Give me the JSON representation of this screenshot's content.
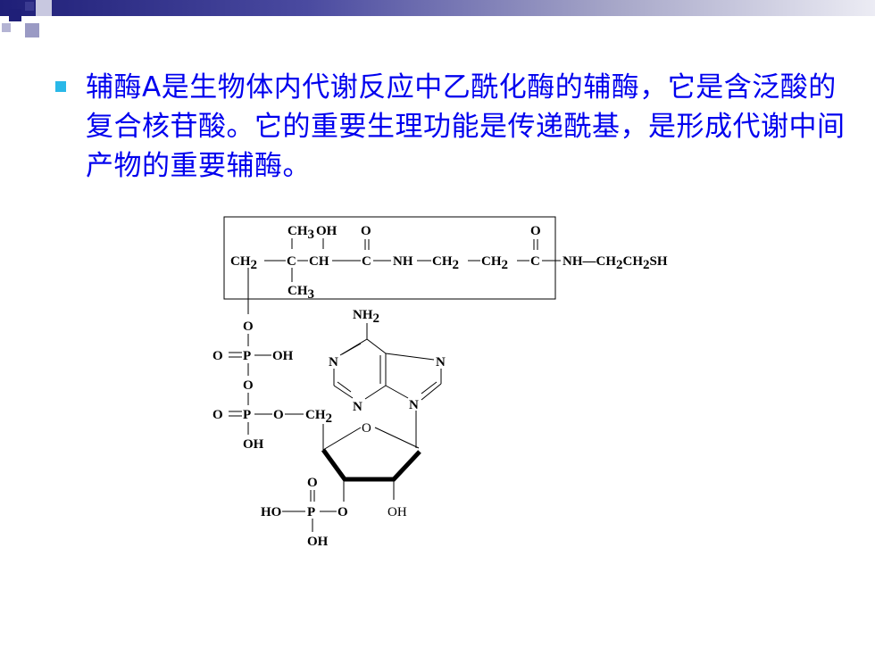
{
  "slide": {
    "bullet_text": "辅酶A是生物体内代谢反应中乙酰化酶的辅酶，它是含泛酸的复合核苷酸。它的重要生理功能是传递酰基，是形成代谢中间产物的重要辅酶。"
  },
  "colors": {
    "header_dark": "#1f1f78",
    "bullet": "#29b8e8",
    "text": "#0000ee"
  },
  "molecule": {
    "labels": {
      "ch3_top": "CH",
      "ch3_top_sub": "3",
      "oh_top": "OH",
      "o_carbonyl1": "O",
      "o_carbonyl2": "O",
      "ch2_start": "CH",
      "ch2_start_sub": "2",
      "c_quat": "C",
      "ch": "CH",
      "c_amide1": "C",
      "nh1": "NH",
      "ch2_a": "CH",
      "ch2_a_sub": "2",
      "ch2_b": "CH",
      "ch2_b_sub": "2",
      "c_amide2": "C",
      "chain_end": "NH—CH",
      "chain_end_sub1": "2",
      "chain_end_mid": "CH",
      "chain_end_sub2": "2",
      "chain_end_tail": "SH",
      "ch3_bottom": "CH",
      "ch3_bottom_sub": "3",
      "o_link1": "O",
      "o_double_p1": "O",
      "p1": "P",
      "oh_p1": "OH",
      "o_link2": "O",
      "o_double_p2": "O",
      "p2": "P",
      "o_ester": "O",
      "ch2_ribose": "CH",
      "ch2_ribose_sub": "2",
      "oh_p2": "OH",
      "nh2": "NH",
      "nh2_sub": "2",
      "n1": "N",
      "n3": "N",
      "n7": "N",
      "n9": "N",
      "o_ring": "O",
      "o_phosphate_top": "O",
      "ho_p3": "HO",
      "p3": "P",
      "o_p3": "O",
      "oh_p3": "OH",
      "oh_ribose": "OH"
    }
  }
}
